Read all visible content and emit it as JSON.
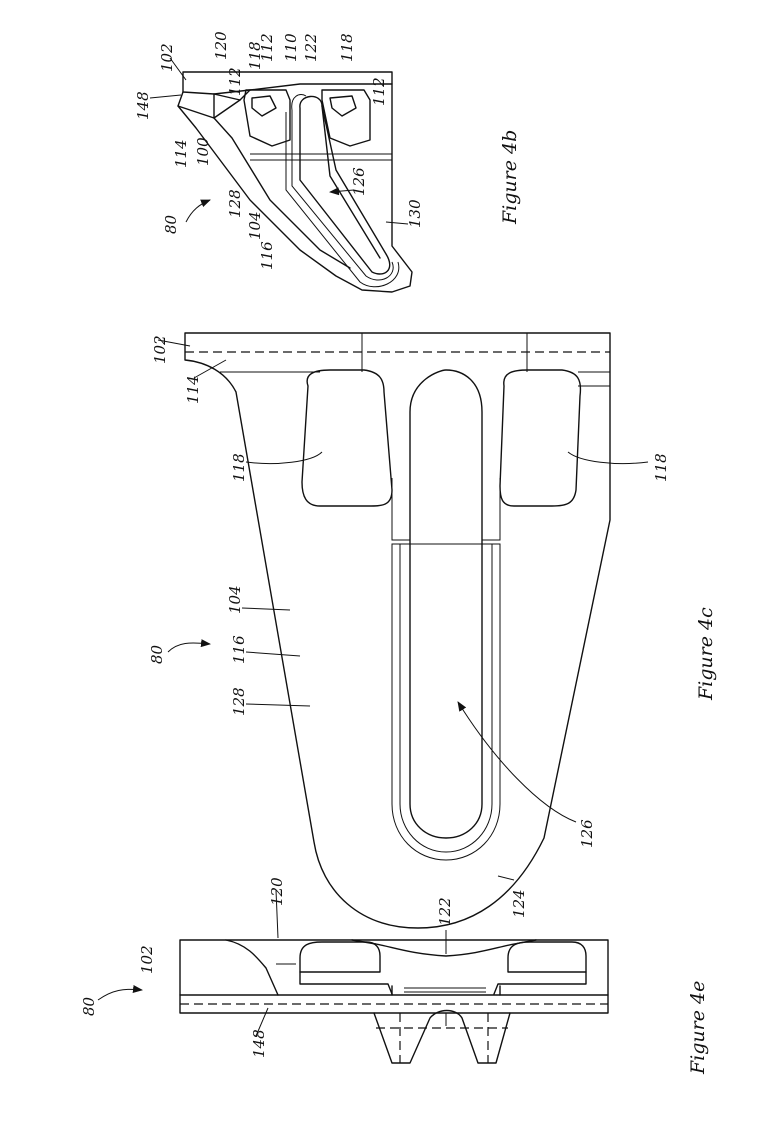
{
  "figures": {
    "fig4b": {
      "caption": "Figure 4b",
      "labels": {
        "l148": "148",
        "l102": "102",
        "l120": "120",
        "l112a": "112",
        "l118a": "118",
        "l112b": "112",
        "l110": "110",
        "l122": "122",
        "l118b": "118",
        "l112c": "112",
        "l114": "114",
        "l100": "100",
        "l128": "128",
        "l104": "104",
        "l116": "116",
        "l126": "126",
        "l130": "130",
        "l80": "80"
      }
    },
    "fig4c": {
      "caption": "Figure 4c",
      "labels": {
        "l102": "102",
        "l114": "114",
        "l118a": "118",
        "l118b": "118",
        "l80": "80",
        "l104": "104",
        "l116": "116",
        "l128": "128",
        "l126": "126",
        "l124": "124"
      }
    },
    "fig4e": {
      "caption": "Figure 4e",
      "labels": {
        "l120": "120",
        "l102": "102",
        "l122": "122",
        "l80": "80",
        "l148": "148"
      }
    }
  }
}
